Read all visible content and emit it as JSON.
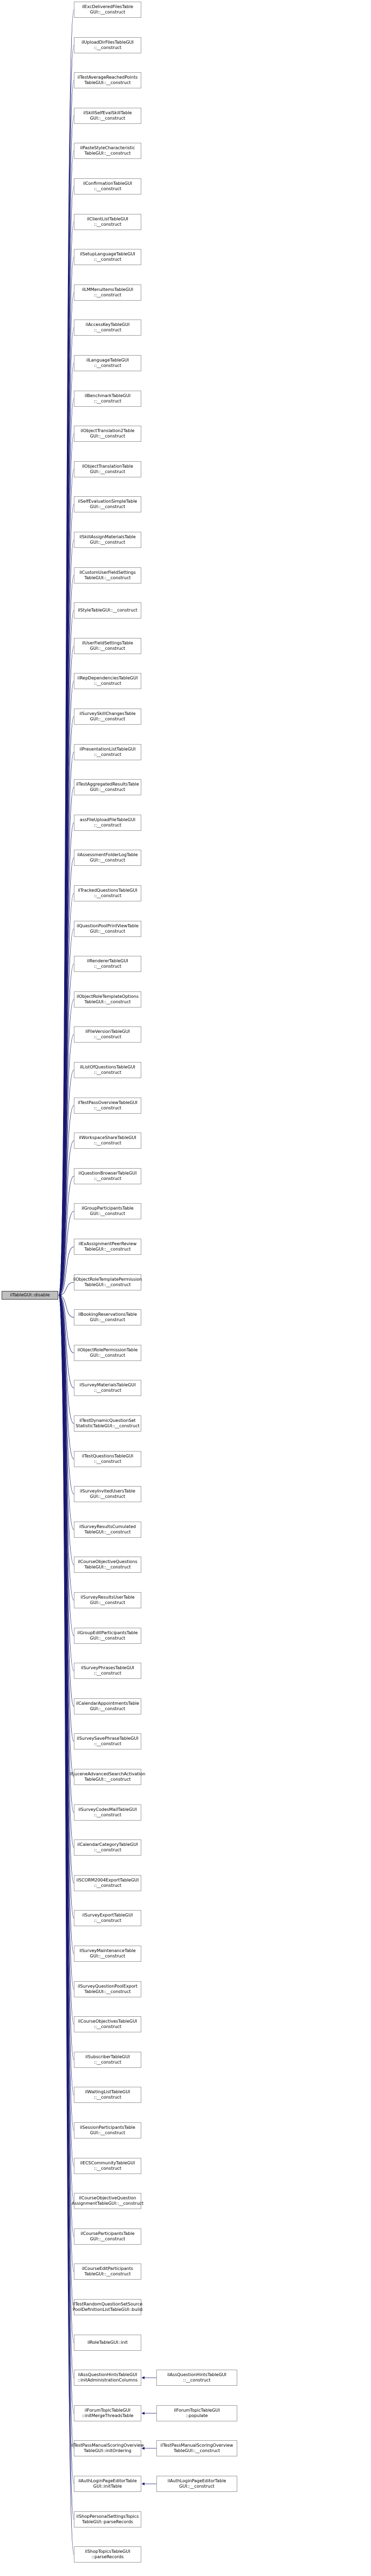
{
  "diagram": {
    "root": {
      "id": "root",
      "label": "ilTableGUI::disable"
    },
    "colors": {
      "edge": "#191970",
      "node_border": "#9e9e9e",
      "root_fill": "#bfbfbf"
    },
    "callers": [
      {
        "id": "n0",
        "label": "ilExcDeliveredFilesTable\nGUI::__construct"
      },
      {
        "id": "n1",
        "label": "ilUploadDirFilesTableGUI\n::__construct"
      },
      {
        "id": "n2",
        "label": "ilTestAverageReachedPoints\nTableGUI::__construct"
      },
      {
        "id": "n3",
        "label": "ilSkillSelfEvalSkillTable\nGUI::__construct"
      },
      {
        "id": "n4",
        "label": "ilPasteStyleCharacteristic\nTableGUI::__construct"
      },
      {
        "id": "n5",
        "label": "ilConfirmationTableGUI\n::__construct"
      },
      {
        "id": "n6",
        "label": "ilClientListTableGUI\n::__construct"
      },
      {
        "id": "n7",
        "label": "ilSetupLanguageTableGUI\n::__construct"
      },
      {
        "id": "n8",
        "label": "ilLMMenuItemsTableGUI\n::__construct"
      },
      {
        "id": "n9",
        "label": "ilAccessKeyTableGUI\n::__construct"
      },
      {
        "id": "n10",
        "label": "ilLanguageTableGUI\n::__construct"
      },
      {
        "id": "n11",
        "label": "ilBenchmarkTableGUI\n::__construct"
      },
      {
        "id": "n12",
        "label": "ilObjectTranslation2Table\nGUI::__construct"
      },
      {
        "id": "n13",
        "label": "ilObjectTranslationTable\nGUI::__construct"
      },
      {
        "id": "n14",
        "label": "ilSelfEvaluationSimpleTable\nGUI::__construct"
      },
      {
        "id": "n15",
        "label": "ilSkillAssignMaterialsTable\nGUI::__construct"
      },
      {
        "id": "n16",
        "label": "ilCustomUserFieldSettings\nTableGUI::__construct"
      },
      {
        "id": "n17",
        "label": "ilStyleTableGUI::__construct"
      },
      {
        "id": "n18",
        "label": "ilUserFieldSettingsTable\nGUI::__construct"
      },
      {
        "id": "n19",
        "label": "ilRepDependenciesTableGUI\n::__construct"
      },
      {
        "id": "n20",
        "label": "ilSurveySkillChangesTable\nGUI::__construct"
      },
      {
        "id": "n21",
        "label": "ilPresentationListTableGUI\n::__construct"
      },
      {
        "id": "n22",
        "label": "ilTestAggregatedResultsTable\nGUI::__construct"
      },
      {
        "id": "n23",
        "label": "assFileUploadFileTableGUI\n::__construct"
      },
      {
        "id": "n24",
        "label": "ilAssessmentFolderLogTable\nGUI::__construct"
      },
      {
        "id": "n25",
        "label": "ilTrackedQuestionsTableGUI\n::__construct"
      },
      {
        "id": "n26",
        "label": "ilQuestionPoolPrintViewTable\nGUI::__construct"
      },
      {
        "id": "n27",
        "label": "ilRendererTableGUI\n::__construct"
      },
      {
        "id": "n28",
        "label": "ilObjectRoleTemplateOptions\nTableGUI::__construct"
      },
      {
        "id": "n29",
        "label": "ilFileVersionTableGUI\n::__construct"
      },
      {
        "id": "n30",
        "label": "ilListOfQuestionsTableGUI\n::__construct"
      },
      {
        "id": "n31",
        "label": "ilTestPassOverviewTableGUI\n::__construct"
      },
      {
        "id": "n32",
        "label": "ilWorkspaceShareTableGUI\n::__construct"
      },
      {
        "id": "n33",
        "label": "ilQuestionBrowserTableGUI\n::__construct"
      },
      {
        "id": "n34",
        "label": "ilGroupParticipantsTable\nGUI::__construct"
      },
      {
        "id": "n35",
        "label": "ilExAssignmentPeerReview\nTableGUI::__construct"
      },
      {
        "id": "n36",
        "label": "ilObjectRoleTemplatePermission\nTableGUI::__construct"
      },
      {
        "id": "n37",
        "label": "ilBookingReservationsTable\nGUI::__construct"
      },
      {
        "id": "n38",
        "label": "ilObjectRolePermissionTable\nGUI::__construct"
      },
      {
        "id": "n39",
        "label": "ilSurveyMaterialsTableGUI\n::__construct"
      },
      {
        "id": "n40",
        "label": "ilTestDynamicQuestionSet\nStatisticTableGUI::__construct"
      },
      {
        "id": "n41",
        "label": "ilTestQuestionsTableGUI\n::__construct"
      },
      {
        "id": "n42",
        "label": "ilSurveyInvitedUsersTable\nGUI::__construct"
      },
      {
        "id": "n43",
        "label": "ilSurveyResultsCumulated\nTableGUI::__construct"
      },
      {
        "id": "n44",
        "label": "ilCourseObjectiveQuestions\nTableGUI::__construct"
      },
      {
        "id": "n45",
        "label": "ilSurveyResultsUserTable\nGUI::__construct"
      },
      {
        "id": "n46",
        "label": "ilGroupEditParticipantsTable\nGUI::__construct"
      },
      {
        "id": "n47",
        "label": "ilSurveyPhrasesTableGUI\n::__construct"
      },
      {
        "id": "n48",
        "label": "ilCalendarAppointmentsTable\nGUI::__construct"
      },
      {
        "id": "n49",
        "label": "ilSurveySavePhraseTableGUI\n::__construct"
      },
      {
        "id": "n50",
        "label": "ilLuceneAdvancedSearchActivation\nTableGUI::__construct"
      },
      {
        "id": "n51",
        "label": "ilSurveyCodesMailTableGUI\n::__construct"
      },
      {
        "id": "n52",
        "label": "ilCalendarCategoryTableGUI\n::__construct"
      },
      {
        "id": "n53",
        "label": "ilSCORM2004ExportTableGUI\n::__construct"
      },
      {
        "id": "n54",
        "label": "ilSurveyExportTableGUI\n::__construct"
      },
      {
        "id": "n55",
        "label": "ilSurveyMaintenanceTable\nGUI::__construct"
      },
      {
        "id": "n56",
        "label": "ilSurveyQuestionPoolExport\nTableGUI::__construct"
      },
      {
        "id": "n57",
        "label": "ilCourseObjectivesTableGUI\n::__construct"
      },
      {
        "id": "n58",
        "label": "ilSubscriberTableGUI\n::__construct"
      },
      {
        "id": "n59",
        "label": "ilWaitingListTableGUI\n::__construct"
      },
      {
        "id": "n60",
        "label": "ilSessionParticipantsTable\nGUI::__construct"
      },
      {
        "id": "n61",
        "label": "ilECSCommunityTableGUI\n::__construct"
      },
      {
        "id": "n62",
        "label": "ilCourseObjectiveQuestion\nAssignmentTableGUI::__construct"
      },
      {
        "id": "n63",
        "label": "ilCourseParticipantsTable\nGUI::__construct"
      },
      {
        "id": "n64",
        "label": "ilCourseEditParticipants\nTableGUI::__construct"
      },
      {
        "id": "n65",
        "label": "ilTestRandomQuestionSetSource\nPoolDefinitionListTableGUI::build"
      },
      {
        "id": "n66",
        "label": "ilRoleTableGUI::init"
      },
      {
        "id": "n67",
        "label": "ilAssQuestionHintsTableGUI\n::initAdministrationColumns"
      },
      {
        "id": "n68",
        "label": "ilForumTopicTableGUI\n::initMergeThreadsTable"
      },
      {
        "id": "n69",
        "label": "ilTestPassManualScoringOverview\nTableGUI::initOrdering"
      },
      {
        "id": "n70",
        "label": "ilAuthLoginPageEditorTable\nGUI::initTable"
      },
      {
        "id": "n71",
        "label": "ilShopPersonalSettingsTopics\nTableGUI::parseRecords"
      },
      {
        "id": "n72",
        "label": "ilShopTopicsTableGUI\n::parseRecords"
      }
    ],
    "second_level": [
      {
        "id": "s67",
        "label": "ilAssQuestionHintsTableGUI\n::__construct",
        "calls": "n67"
      },
      {
        "id": "s68",
        "label": "ilForumTopicTableGUI\n::populate",
        "calls": "n68"
      },
      {
        "id": "s69",
        "label": "ilTestPassManualScoringOverview\nTableGUI::__construct",
        "calls": "n69"
      },
      {
        "id": "s70",
        "label": "ilAuthLoginPageEditorTable\nGUI::__construct",
        "calls": "n70"
      }
    ]
  }
}
